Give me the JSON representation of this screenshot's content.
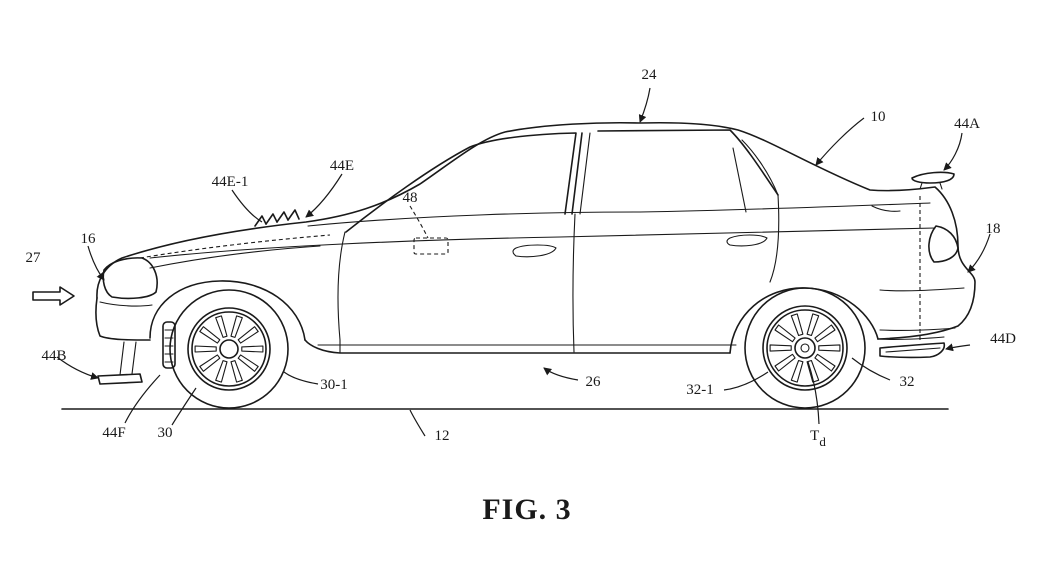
{
  "figure": {
    "caption": "FIG. 3",
    "refs": {
      "vehicle": "10",
      "ground": "12",
      "front_end": "16",
      "rear_end": "18",
      "roof": "24",
      "underbody": "26",
      "airflow": "27",
      "front_wheel": "30",
      "front_tire": "30-1",
      "rear_wheel": "32",
      "rear_tire": "32-1",
      "rear_spoiler": "44A",
      "front_splitter": "44B",
      "rear_diffuser": "44D",
      "hood_element": "44E",
      "hood_vanes": "44E-1",
      "wheel_deflector": "44F",
      "fuel_door": "48",
      "torque_main": "T",
      "torque_sub": "d"
    }
  }
}
